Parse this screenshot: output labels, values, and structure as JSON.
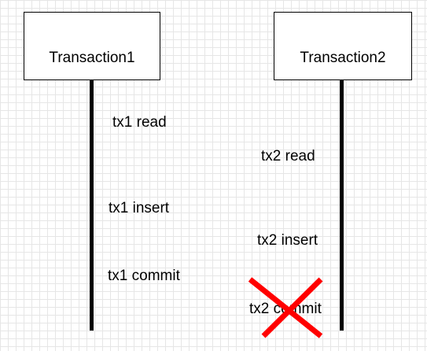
{
  "transactions": [
    {
      "label": "Transaction1"
    },
    {
      "label": "Transaction2"
    }
  ],
  "steps": [
    {
      "text": "tx1 read"
    },
    {
      "text": "tx2 read"
    },
    {
      "text": "tx1 insert"
    },
    {
      "text": "tx2 insert"
    },
    {
      "text": "tx1 commit"
    },
    {
      "text": "tx2 commit"
    }
  ],
  "colors": {
    "cross": "#ff0000",
    "line": "#000000"
  },
  "icons": {
    "failed_commit": "red-x-cross-icon"
  }
}
